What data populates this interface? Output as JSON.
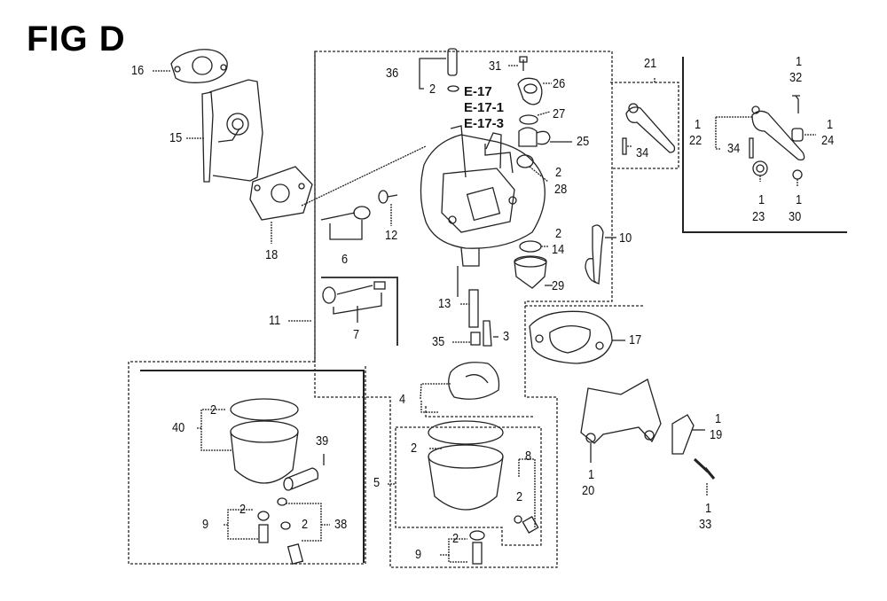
{
  "figure": {
    "title": "FIG D",
    "background": "#ffffff",
    "ink": "#111111"
  },
  "references": [
    "E-17",
    "E-17-1",
    "E-17-3"
  ],
  "callouts": [
    {
      "id": "c16",
      "part": "16",
      "qty": ""
    },
    {
      "id": "c15",
      "part": "15",
      "qty": ""
    },
    {
      "id": "c18",
      "part": "18",
      "qty": ""
    },
    {
      "id": "c6",
      "part": "6",
      "qty": ""
    },
    {
      "id": "c12",
      "part": "12",
      "qty": ""
    },
    {
      "id": "c36",
      "part": "36",
      "qty": ""
    },
    {
      "id": "c36b",
      "part": "2",
      "qty": ""
    },
    {
      "id": "c31",
      "part": "31",
      "qty": ""
    },
    {
      "id": "c26",
      "part": "26",
      "qty": ""
    },
    {
      "id": "c27",
      "part": "27",
      "qty": ""
    },
    {
      "id": "c25",
      "part": "25",
      "qty": ""
    },
    {
      "id": "c28",
      "part": "28",
      "qty": "2"
    },
    {
      "id": "c14",
      "part": "14",
      "qty": "2"
    },
    {
      "id": "c29",
      "part": "29",
      "qty": ""
    },
    {
      "id": "c10",
      "part": "10",
      "qty": ""
    },
    {
      "id": "c21",
      "part": "21",
      "qty": ""
    },
    {
      "id": "c34a",
      "part": "34",
      "qty": ""
    },
    {
      "id": "c22",
      "part": "22",
      "qty": "1"
    },
    {
      "id": "c34b",
      "part": "34",
      "qty": ""
    },
    {
      "id": "c32",
      "part": "32",
      "qty": "1"
    },
    {
      "id": "c24",
      "part": "24",
      "qty": "1"
    },
    {
      "id": "c23",
      "part": "23",
      "qty": "1"
    },
    {
      "id": "c30",
      "part": "30",
      "qty": "1"
    },
    {
      "id": "c11",
      "part": "11",
      "qty": ""
    },
    {
      "id": "c7",
      "part": "7",
      "qty": ""
    },
    {
      "id": "c13",
      "part": "13",
      "qty": ""
    },
    {
      "id": "c35",
      "part": "35",
      "qty": ""
    },
    {
      "id": "c3",
      "part": "3",
      "qty": ""
    },
    {
      "id": "c17",
      "part": "17",
      "qty": ""
    },
    {
      "id": "c4",
      "part": "4",
      "qty": ""
    },
    {
      "id": "c5",
      "part": "5",
      "qty": ""
    },
    {
      "id": "c5b",
      "part": "2",
      "qty": ""
    },
    {
      "id": "c8",
      "part": "8",
      "qty": ""
    },
    {
      "id": "c8b",
      "part": "2",
      "qty": ""
    },
    {
      "id": "c9r",
      "part": "9",
      "qty": ""
    },
    {
      "id": "c9rb",
      "part": "2",
      "qty": ""
    },
    {
      "id": "c20",
      "part": "20",
      "qty": "1"
    },
    {
      "id": "c19",
      "part": "19",
      "qty": "1"
    },
    {
      "id": "c33",
      "part": "33",
      "qty": "1"
    },
    {
      "id": "c40",
      "part": "40",
      "qty": ""
    },
    {
      "id": "c40b",
      "part": "2",
      "qty": ""
    },
    {
      "id": "c39",
      "part": "39",
      "qty": ""
    },
    {
      "id": "c9l",
      "part": "9",
      "qty": ""
    },
    {
      "id": "c9lb",
      "part": "2",
      "qty": ""
    },
    {
      "id": "c38",
      "part": "38",
      "qty": ""
    },
    {
      "id": "c38b",
      "part": "2",
      "qty": ""
    }
  ]
}
